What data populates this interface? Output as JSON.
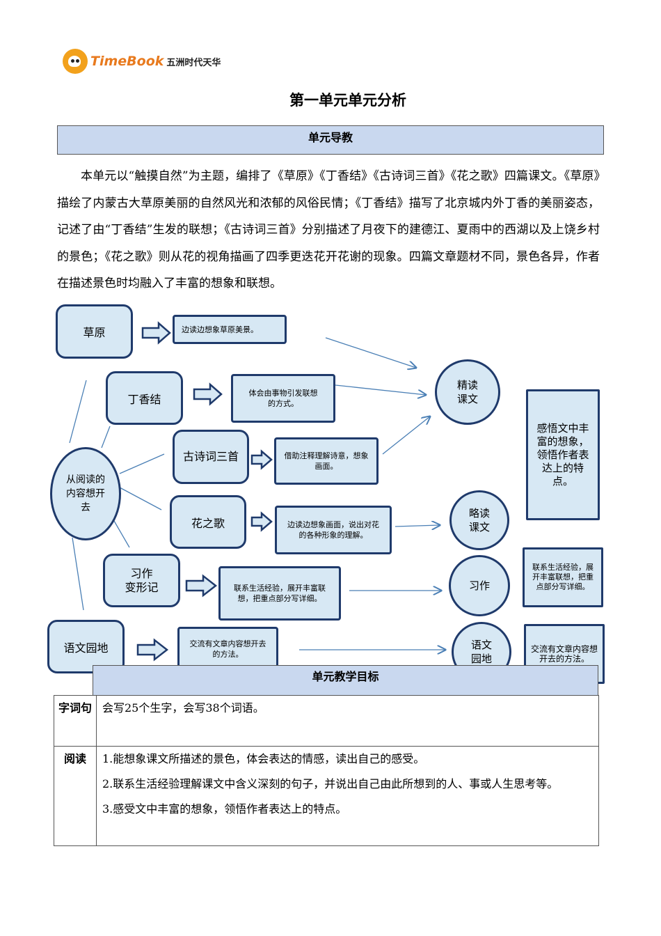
{
  "logo": {
    "brand_en": "TimeBook",
    "brand_cn": "五洲时代天华",
    "mark_icon": "timebook-logo-icon"
  },
  "title": "第一单元单元分析",
  "section_teaching_guide": "单元导教",
  "intro": "本单元以“触摸自然”为主题，编排了《草原》《丁香结》《古诗词三首》《花之歌》四篇课文。《草原》描绘了内蒙古大草原美丽的自然风光和浓郁的风俗民情；《丁香结》描写了北京城内外丁香的美丽姿态，记述了由“丁香结”生发的联想；《古诗词三首》分别描述了月夜下的建德江、夏雨中的西湖以及上饶乡村的景色；《花之歌》则从花的视角描画了四季更迭花开花谢的现象。四篇文章题材不同，景色各异，作者在描述景色时均融入了丰富的想象和联想。",
  "diagram": {
    "center": "从阅读的内容想开去",
    "lessons": [
      {
        "label": "草原",
        "note": "边读边想象草原美景。"
      },
      {
        "label": "丁香结",
        "note": "体会由事物引发联想的方式。"
      },
      {
        "label": "古诗词三首",
        "note": "借助注释理解诗意，想象画面。"
      },
      {
        "label": "花之歌",
        "note": "边读边想象画面，说出对花的各种形象的理解。"
      },
      {
        "label": "习作\n变形记",
        "note": "联系生活经验，展开丰富联想，把重点部分写详细。"
      },
      {
        "label": "语文园地",
        "note": "交流有文章内容想开去的方法。"
      }
    ],
    "types": {
      "intensive": "精读\n课文",
      "skim": "略读\n课文",
      "writing": "习作",
      "garden": "语文\n园地"
    },
    "outcomes": {
      "reading": "感悟文中丰富的想象，领悟作者表达上的特点。",
      "writing": "联系生活经验，展开丰富联想，把重点部分写详细。",
      "garden": "交流有文章内容想开去的方法。"
    }
  },
  "goals": {
    "header": "单元教学目标",
    "rows": [
      {
        "key": "字词句",
        "items": [
          "会写25个生字，会写38个词语。"
        ]
      },
      {
        "key": "阅读",
        "items": [
          "1.能想象课文所描述的景色，体会表达的情感，读出自己的感受。",
          "2.联系生活经验理解课文中含义深刻的句子，并说出自己由此所想到的人、事或人生思考等。",
          "3.感受文中丰富的想象，领悟作者表达上的特点。"
        ]
      }
    ]
  }
}
